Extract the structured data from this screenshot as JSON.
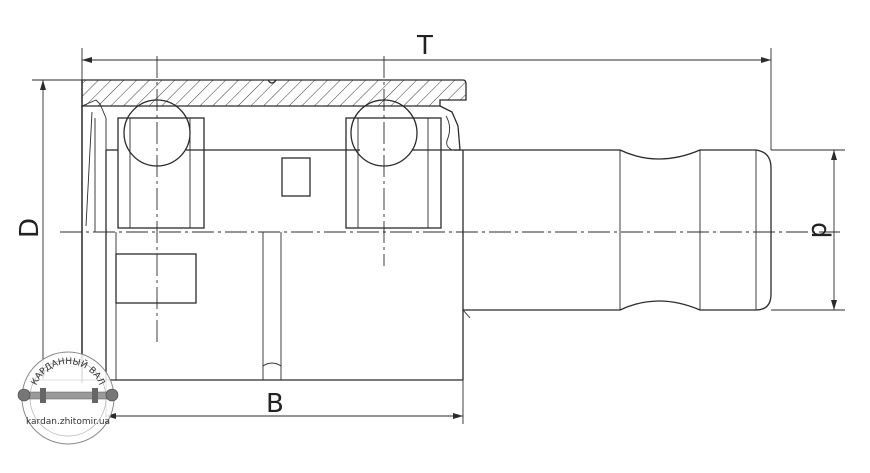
{
  "dimensions": {
    "T": "T",
    "D": "D",
    "d": "d",
    "B": "B"
  },
  "watermark": {
    "arc_text": "КАРДАННЫЙ ВАЛ",
    "site": "kardan.zhitomir.ua"
  },
  "colors": {
    "line": "#2b2b2b",
    "hatch": "#3a3a3a",
    "background": "#ffffff"
  }
}
